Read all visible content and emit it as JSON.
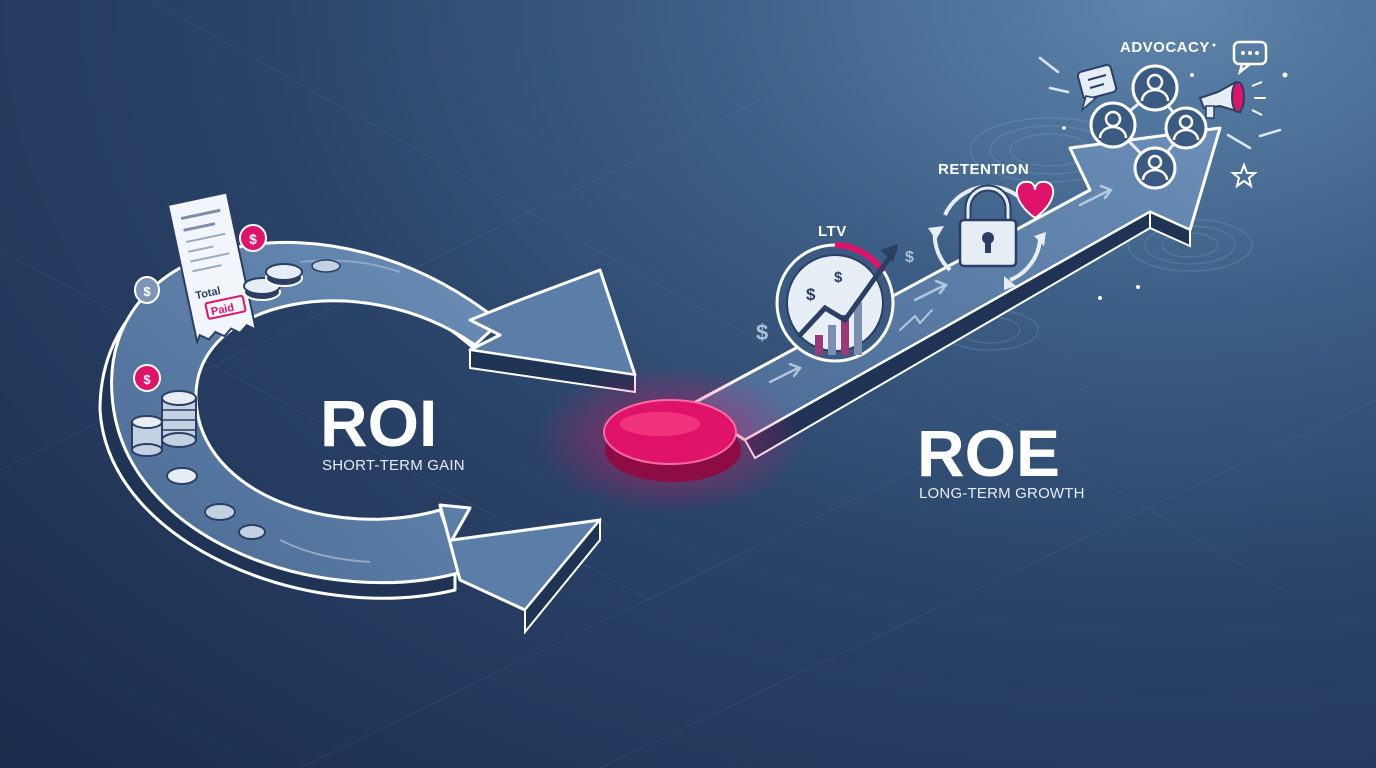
{
  "diagram": {
    "left": {
      "title": "ROI",
      "subtitle": "SHORT-TERM GAIN",
      "receipt_lines": [
        "Total",
        "Paid"
      ]
    },
    "right": {
      "title": "ROE",
      "subtitle": "LONG-TERM GROWTH"
    },
    "stages": [
      {
        "label": "LTV",
        "icon": "ltv-growth-chart-icon"
      },
      {
        "label": "RETENTION",
        "icon": "lock-cycle-icon"
      },
      {
        "label": "ADVOCACY",
        "icon": "people-network-icon"
      }
    ],
    "currency_symbol": "$",
    "colors": {
      "accent": "#e0136a",
      "track": "#4c6d94",
      "track_edge": "#ffffff",
      "background_dark": "#1b2c4d",
      "background_light": "#5f86ad"
    }
  }
}
